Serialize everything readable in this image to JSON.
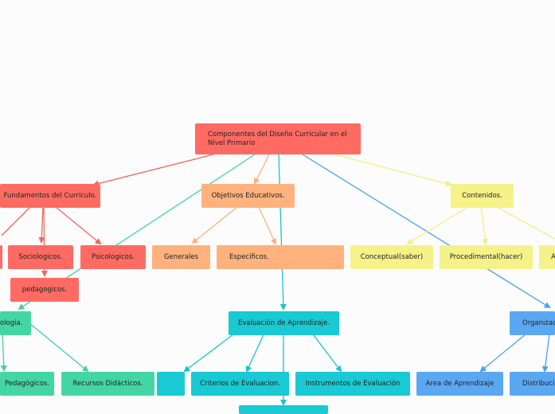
{
  "colors": {
    "red": "#ff6b63",
    "orange": "#ffb27d",
    "yellow": "#f6f28a",
    "teal": "#19c9d3",
    "green": "#43d6a4",
    "blue": "#5aa8f2",
    "red_line": "#f0675f",
    "orange_line": "#ffb07a",
    "yellow_line": "#f2ee85",
    "teal_line": "#15c5cf",
    "green_line": "#3fd3a0",
    "blue_line": "#4aa2ee"
  },
  "nodes": {
    "root": "Componentes del Diseño Curricular en el Nivel Primario",
    "fundamentos": "Fundamentos del Currículo.",
    "objetivos": "Objetivos Educativos.",
    "contenidos": "Contenidos.",
    "sociologicos": "Sociologicos.",
    "psicologicos": "Psicologicos.",
    "pedagogicos": "pedagogicos.",
    "generales": "Generales",
    "especificos": "Especificos.",
    "conceptual": "Conceptual(saber)",
    "procedimental": "Procedimental(hacer)",
    "actitudinal_partial": "A",
    "metodologia_partial": "ología.",
    "evaluacion": "Evaluación de Aprendizaje.",
    "organizacion_partial": "Organizac",
    "pedagogicos2_partial": "Pedagógicos.",
    "recursos": "Recursos Didácticos.",
    "criterios": "Criterios de Evaluacion.",
    "instrumentos": "Instrumentos de Evaluación",
    "area": "Area de Aprendizaje",
    "distribucion_partial": "Distribució"
  }
}
